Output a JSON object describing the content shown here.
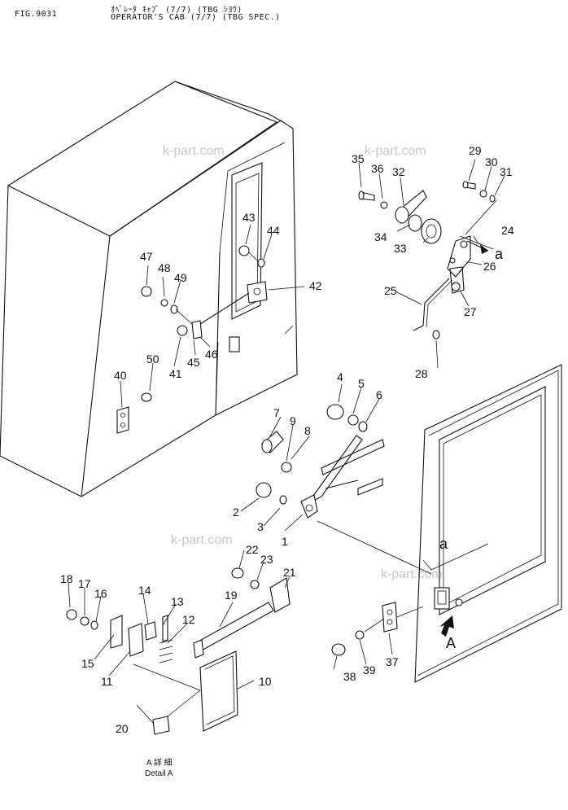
{
  "header": {
    "fig_no": "FIG.9031",
    "title_jp": "ｵﾍﾟﾚｰﾀ ｷｬﾌﾞ (7/7) (TBG ｼﾖｳ)",
    "title_en": "OPERATOR'S CAB (7/7) (TBG SPEC.)"
  },
  "watermarks": [
    "k-part.com",
    "k-part.com",
    "k-part.com",
    "k-part.com"
  ],
  "callouts": [
    "1",
    "2",
    "3",
    "4",
    "5",
    "6",
    "7",
    "8",
    "9",
    "10",
    "11",
    "12",
    "13",
    "14",
    "15",
    "16",
    "17",
    "18",
    "19",
    "20",
    "21",
    "22",
    "23",
    "24",
    "25",
    "26",
    "27",
    "28",
    "29",
    "30",
    "31",
    "32",
    "33",
    "34",
    "35",
    "36",
    "37",
    "38",
    "39",
    "40",
    "41",
    "42",
    "43",
    "44",
    "45",
    "46",
    "47",
    "48",
    "49",
    "50"
  ],
  "view_labels": {
    "a_upper": "a",
    "a_door": "a",
    "A_arrow": "A"
  },
  "detail": {
    "jp": "A 詳 細",
    "en": "Detail A"
  }
}
